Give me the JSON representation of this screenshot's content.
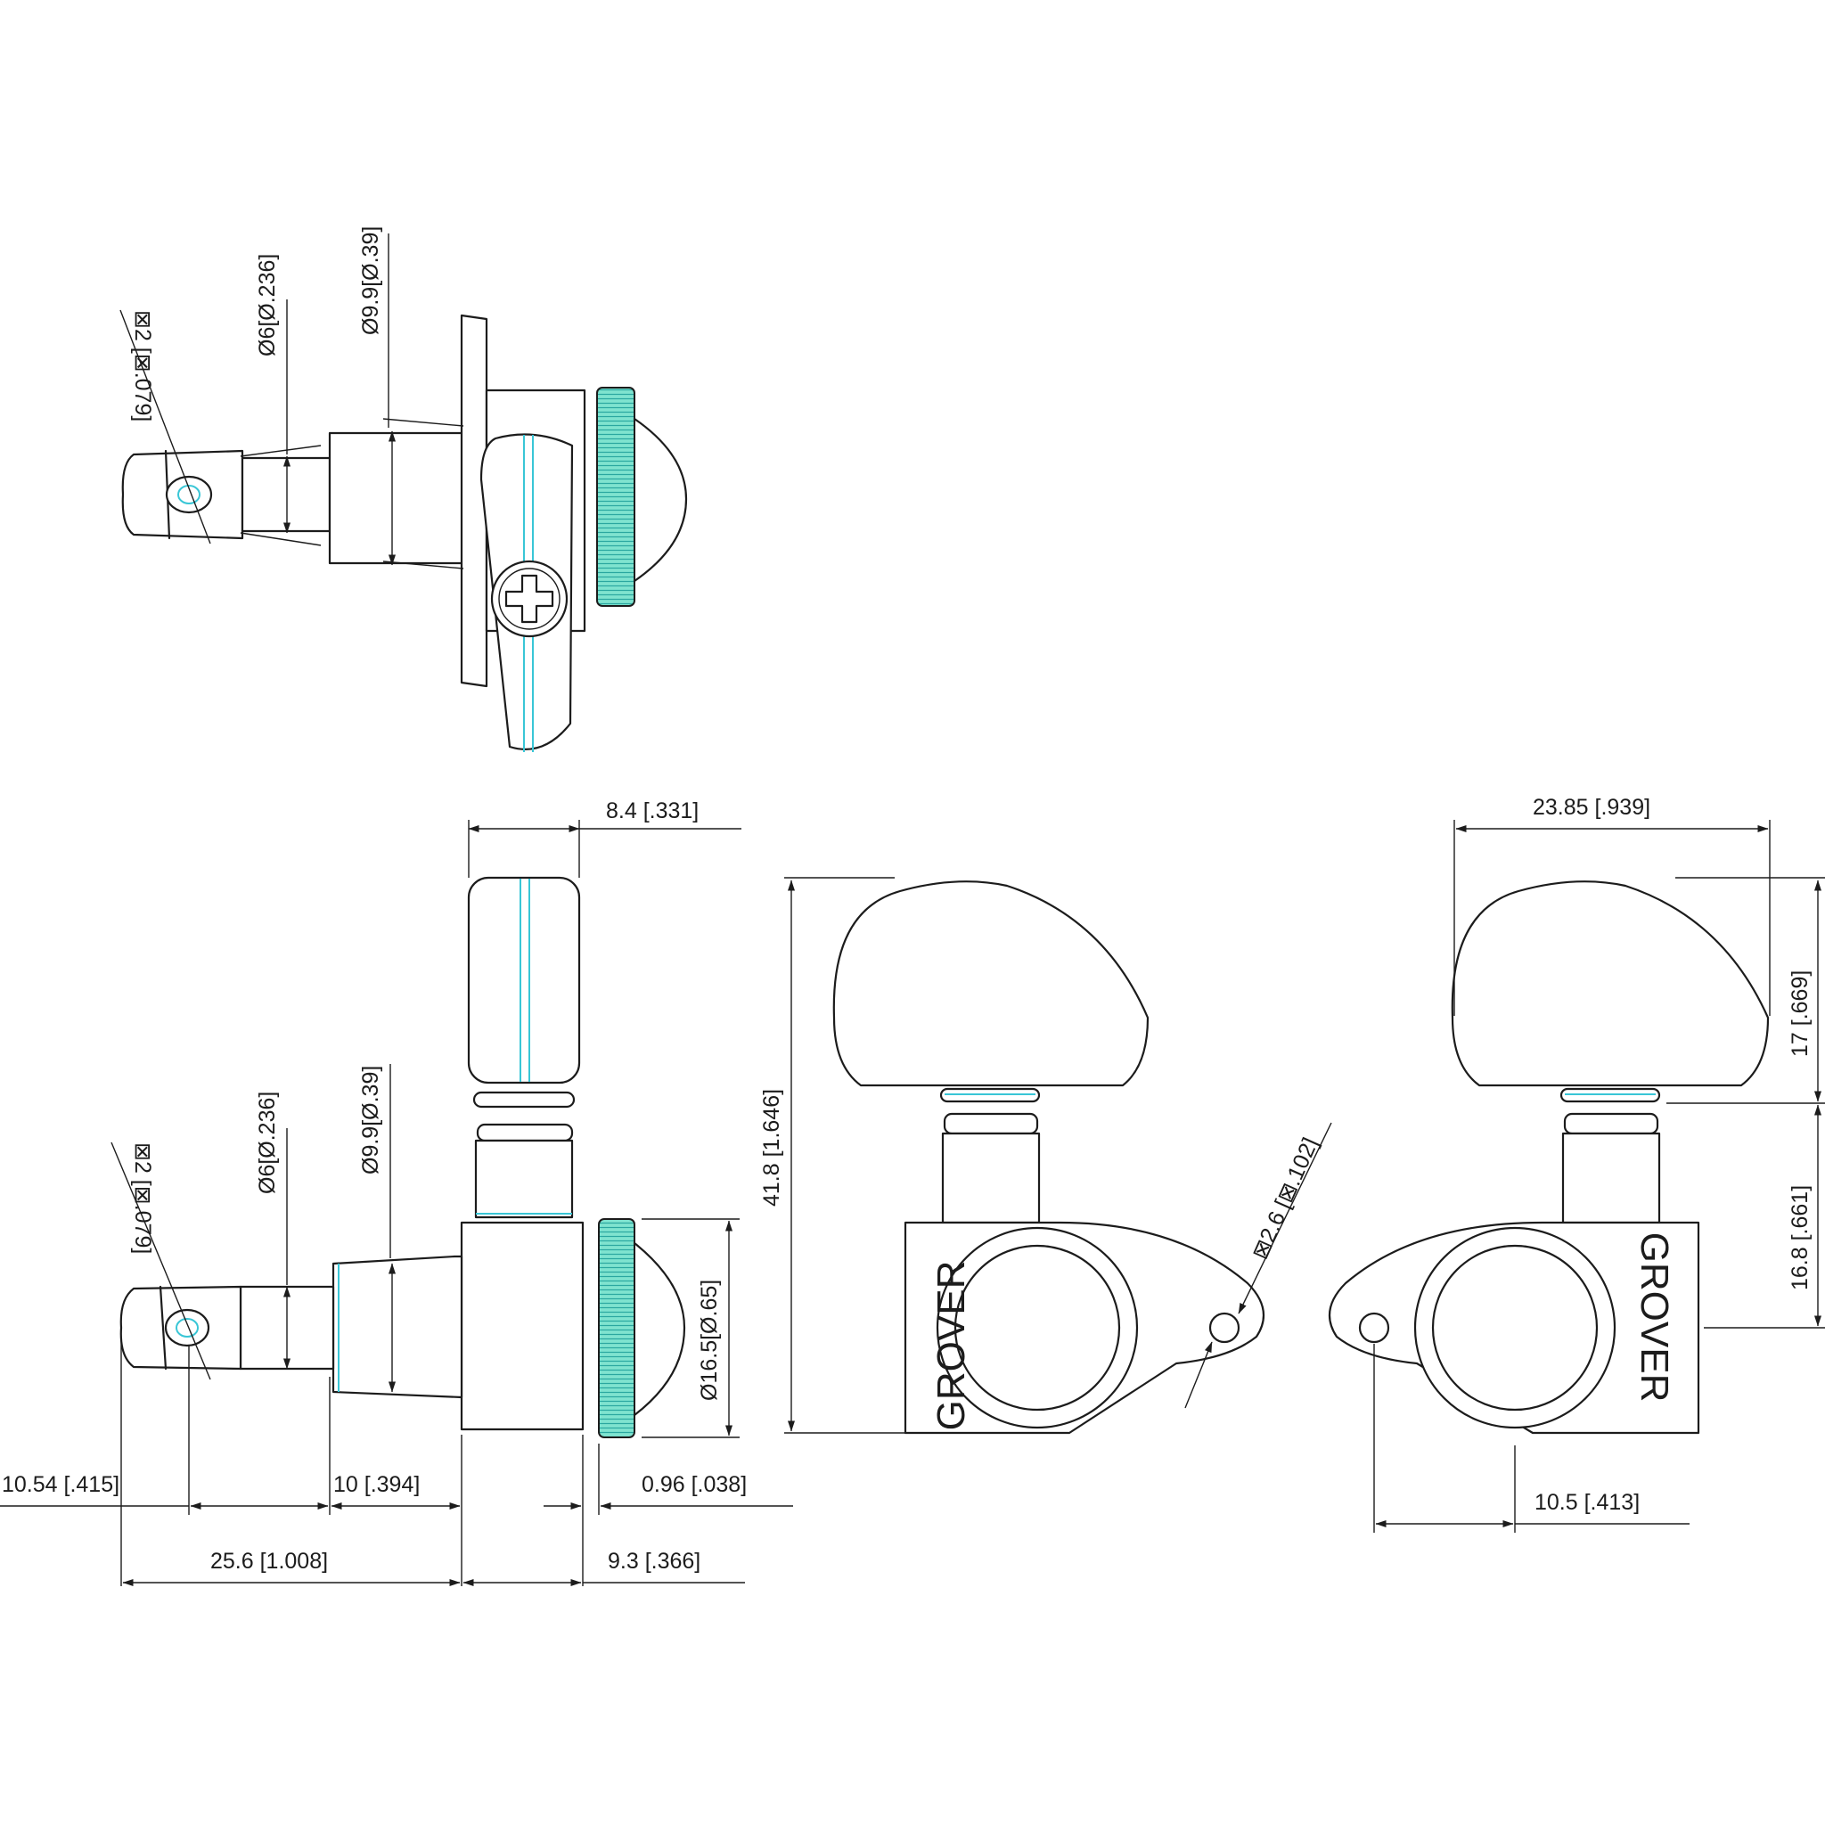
{
  "colors": {
    "line": "#1c1c1c",
    "accent": "#39c6d6",
    "gear": "#7fe3cf",
    "background": "#ffffff"
  },
  "brand_text": "GROVER",
  "dimensions": {
    "top_square": "⊠2 [⊠.079]",
    "top_post_dia": "Ø6[Ø.236]",
    "top_bushing_dia": "Ø9.9[Ø.39]",
    "side_square": "⊠2 [⊠.079]",
    "side_post_dia": "Ø6[Ø.236]",
    "side_bushing_dia": "Ø9.9[Ø.39]",
    "button_width": "8.4 [.331]",
    "gear_dia": "Ø16.5[Ø.65]",
    "post_offset": "10.54 [.415]",
    "bushing_len": "10 [.394]",
    "gear_gap": "0.96 [.038]",
    "total_len": "25.6 [1.008]",
    "gear_depth": "9.3 [.366]",
    "total_height": "41.8 [1.646]",
    "screw_hole": "⊠2.6 [⊠.102]",
    "overall_width": "23.85 [.939]",
    "button_height": "17 [.669]",
    "housing_height": "16.8 [.661]",
    "hole_offset": "10.5 [.413]"
  }
}
